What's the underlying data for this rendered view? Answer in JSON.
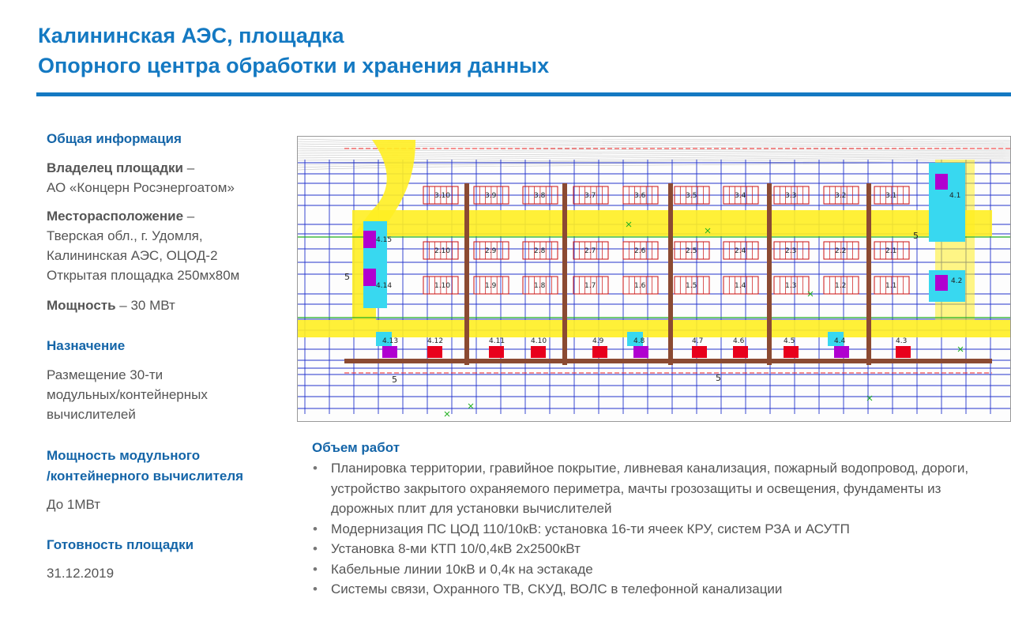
{
  "title": {
    "line1": "Калининская АЭС, площадка",
    "line2": "Опорного центра обработки и хранения данных"
  },
  "general": {
    "heading": "Общая информация",
    "owner_label": "Владелец площадки",
    "owner_dash": " –",
    "owner_value": "АО «Концерн Росэнергоатом»",
    "location_label": "Месторасположение",
    "location_dash": " –",
    "location_lines": [
      "Тверская обл., г. Удомля,",
      "Калининская АЭС, ОЦОД-2",
      "Открытая площадка 250мх80м"
    ],
    "power_label": "Мощность",
    "power_value": " – 30 МВт"
  },
  "purpose": {
    "heading": "Назначение",
    "lines": [
      "Размещение 30-ти",
      "модульных/контейнерных",
      "вычислителей"
    ]
  },
  "module_power": {
    "heading_lines": [
      "Мощность модульного",
      "/контейнерного вычислителя"
    ],
    "value": "До 1МВт"
  },
  "readiness": {
    "heading": "Готовность площадки",
    "value": "31.12.2019"
  },
  "plan": {
    "top_row_labels": [
      "3.10",
      "3.9",
      "3.8",
      "3.7",
      "3.6",
      "3.5",
      "3.4",
      "3.3",
      "3.2",
      "3.1"
    ],
    "mid_row_labels": [
      "2.10",
      "2.9",
      "2.8",
      "2.7",
      "2.6",
      "2.5",
      "2.4",
      "2.3",
      "2.2",
      "2.1"
    ],
    "low_row_labels": [
      "1.10",
      "1.9",
      "1.8",
      "1.7",
      "1.6",
      "1.5",
      "1.4",
      "1.3",
      "1.2",
      "1.1"
    ],
    "ktp_labels": [
      "4.13",
      "4.12",
      "4.11",
      "4.10",
      "4.9",
      "4.8",
      "4.7",
      "4.6",
      "4.5",
      "4.4",
      "4.3"
    ],
    "side_labels": [
      "4.15",
      "4.14",
      "4.1",
      "4.2"
    ],
    "road_number": "5",
    "colors": {
      "road": "#ffee22",
      "grid": "#2233cc",
      "red": "#e8001c",
      "magenta": "#b000d0",
      "cyan": "#38d8f0",
      "brown": "#8b4a32"
    }
  },
  "works": {
    "heading": "Объем работ",
    "items": [
      "Планировка территории, гравийное покрытие, ливневая канализация, пожарный водопровод, дороги, устройство закрытого охраняемого периметра, мачты грозозащиты и освещения, фундаменты из дорожных плит для установки вычислителей",
      "Модернизация ПС ЦОД 110/10кВ: установка 16-ти ячеек КРУ, систем РЗА и АСУТП",
      "Установка 8-ми КТП 10/0,4кВ 2х2500кВт",
      "Кабельные линии 10кВ и 0,4к на эстакаде",
      "Системы связи, Охранного ТВ, СКУД, ВОЛС в телефонной канализации"
    ]
  }
}
